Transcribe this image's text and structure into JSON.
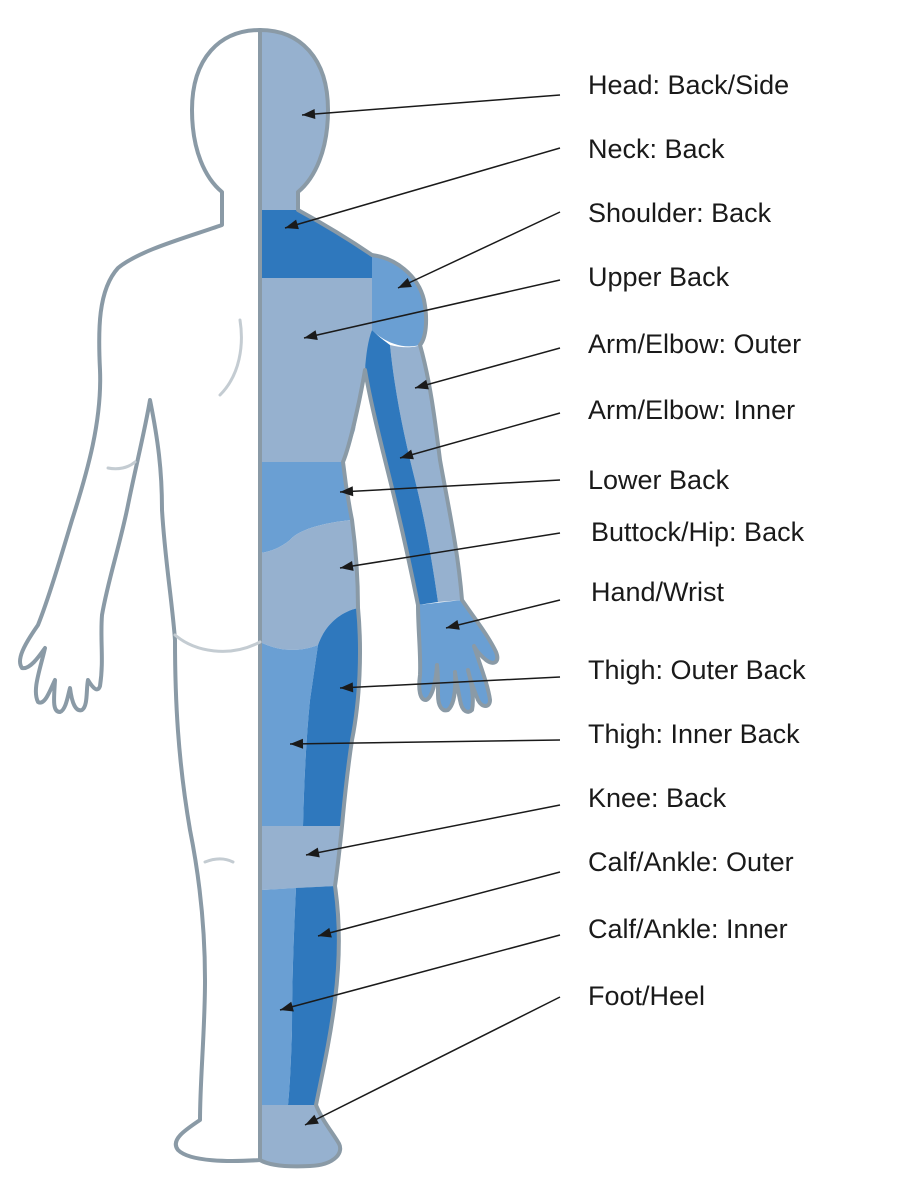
{
  "colors": {
    "outline": "#8a9aa6",
    "light_region": "#96b1cf",
    "medium_region": "#6a9fd3",
    "dark_region": "#2f78bd",
    "body_fill": "#ffffff",
    "leader_line": "#1a1a1a"
  },
  "labels": [
    {
      "id": "head",
      "text": "Head: Back/Side"
    },
    {
      "id": "neck",
      "text": "Neck: Back"
    },
    {
      "id": "shoulder",
      "text": "Shoulder: Back"
    },
    {
      "id": "upper-back",
      "text": "Upper Back"
    },
    {
      "id": "arm-outer",
      "text": "Arm/Elbow: Outer"
    },
    {
      "id": "arm-inner",
      "text": "Arm/Elbow: Inner"
    },
    {
      "id": "lower-back",
      "text": "Lower Back"
    },
    {
      "id": "buttock",
      "text": "Buttock/Hip: Back"
    },
    {
      "id": "hand",
      "text": "Hand/Wrist"
    },
    {
      "id": "thigh-outer",
      "text": "Thigh: Outer Back"
    },
    {
      "id": "thigh-inner",
      "text": "Thigh: Inner Back"
    },
    {
      "id": "knee",
      "text": "Knee: Back"
    },
    {
      "id": "calf-outer",
      "text": "Calf/Ankle: Outer"
    },
    {
      "id": "calf-inner",
      "text": "Calf/Ankle: Inner"
    },
    {
      "id": "foot",
      "text": "Foot/Heel"
    }
  ]
}
